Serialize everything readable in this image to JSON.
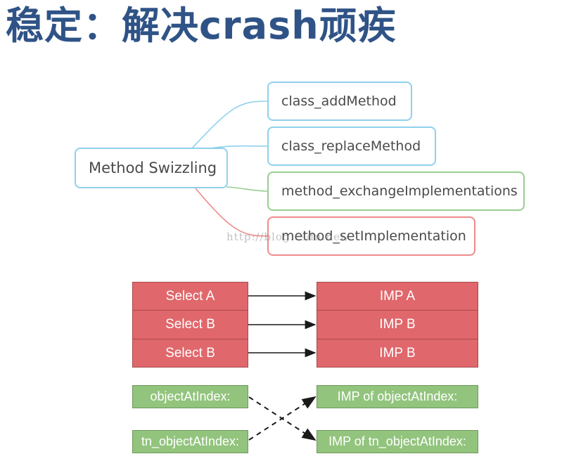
{
  "title": "稳定：解决crash顽疾",
  "mindmap": {
    "root": "Method Swizzling",
    "children": [
      "class_addMethod",
      "class_replaceMethod",
      "method_exchangeImplementations",
      "method_setImplementation"
    ]
  },
  "watermark": "http://blog.csdn.net/",
  "swizzle_table": {
    "selectors": [
      "Select A",
      "Select B",
      "Select B"
    ],
    "imps": [
      "IMP A",
      "IMP B",
      "IMP B"
    ]
  },
  "exchange": {
    "left": [
      "objectAtIndex:",
      "tn_objectAtIndex:"
    ],
    "right": [
      "IMP of objectAtIndex:",
      "IMP of tn_objectAtIndex:"
    ]
  },
  "colors": {
    "title": "#2f5386",
    "link_blue": "#8fd0ec",
    "link_green": "#97cf8f",
    "link_red": "#ee8a8a",
    "table_red": "#e0676b",
    "table_green": "#92c47d"
  }
}
